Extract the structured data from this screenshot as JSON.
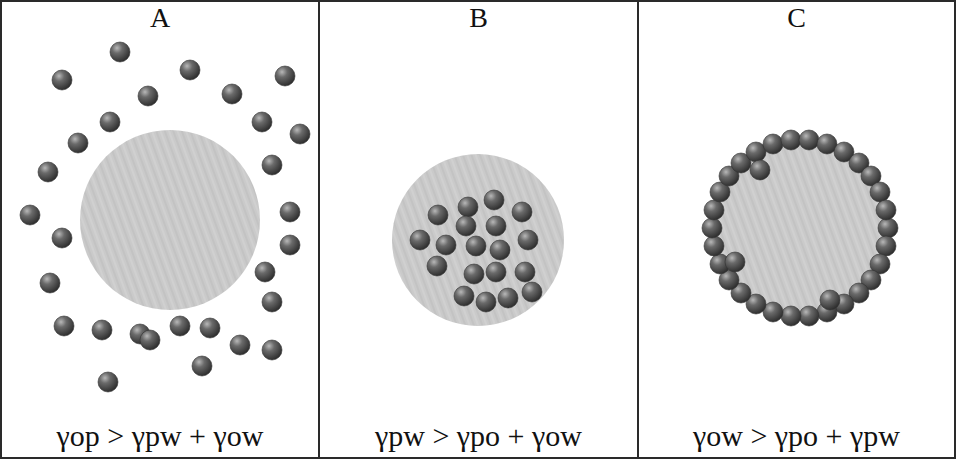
{
  "diagram": {
    "nodes": [
      {
        "text": [
          "A",
          "γop > γpw + γow"
        ]
      },
      {
        "text": [
          "B",
          "γpw > γpo + γow"
        ]
      },
      {
        "text": [
          "C",
          "γow > γpo + γpw"
        ]
      }
    ]
  }
}
